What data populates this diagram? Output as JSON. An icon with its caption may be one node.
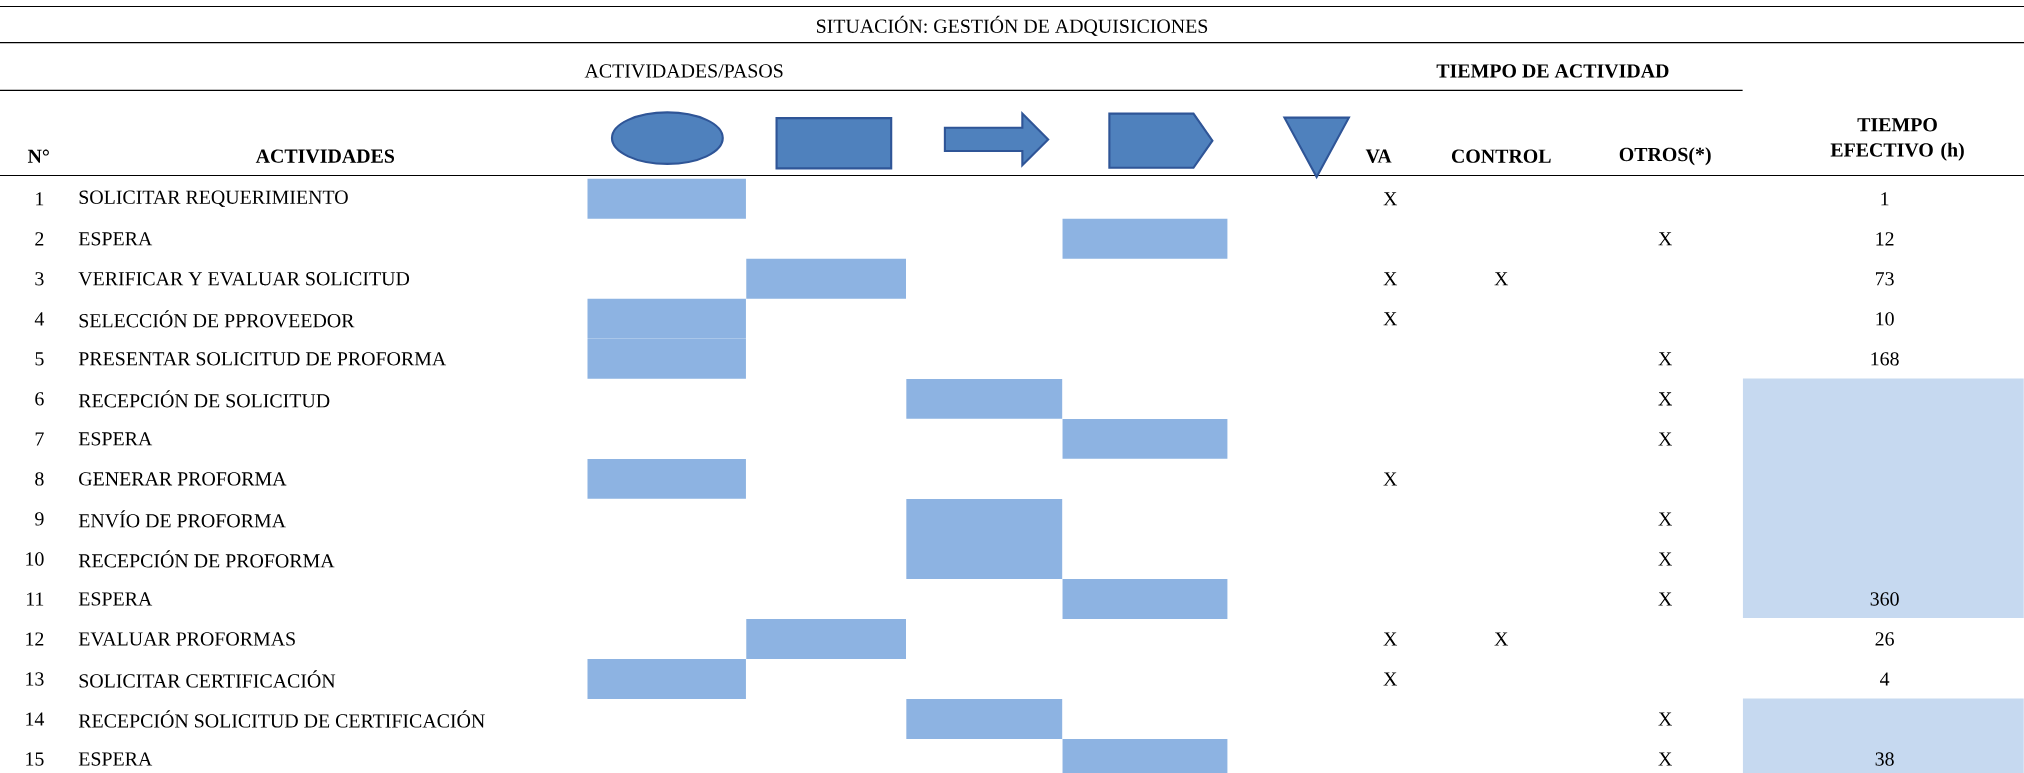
{
  "diagram": {
    "title": "SITUACIÓN: GESTIÓN DE ADQUISICIONES",
    "nodes": [
      {
        "text": [],
        "shape": "ellipse"
      },
      {
        "text": [],
        "shape": "box"
      },
      {
        "text": [],
        "shape": "arrow"
      },
      {
        "text": [],
        "shape": "pentagon"
      },
      {
        "text": [],
        "shape": "triangle"
      },
      {
        "text": [],
        "shape": "bar"
      },
      {
        "text": [],
        "shape": "bar"
      },
      {
        "text": [],
        "shape": "bar"
      },
      {
        "text": [],
        "shape": "bar"
      },
      {
        "text": [],
        "shape": "bar"
      },
      {
        "text": [],
        "shape": "bar"
      },
      {
        "text": [],
        "shape": "bar"
      },
      {
        "text": [],
        "shape": "bar"
      },
      {
        "text": [],
        "shape": "bar"
      },
      {
        "text": [],
        "shape": "bar"
      },
      {
        "text": [],
        "shape": "bar"
      },
      {
        "text": [],
        "shape": "bar"
      },
      {
        "text": [],
        "shape": "bar"
      },
      {
        "text": [],
        "shape": "bar"
      },
      {
        "text": [],
        "shape": "bar"
      },
      {
        "text": [
          "360"
        ]
      },
      {
        "text": [
          "38"
        ]
      }
    ],
    "labels": [
      "ACTIVIDADES/PASOS",
      "TIEMPO DE ACTIVIDAD",
      "N°",
      "ACTIVIDADES",
      "VA",
      "CONTROL",
      "OTROS(*)",
      "TIEMPO EFECTIVO (h)",
      "1",
      "SOLICITAR REQUERIMIENTO",
      "X",
      "1",
      "2",
      "ESPERA",
      "X",
      "12",
      "3",
      "VERIFICAR Y EVALUAR SOLICITUD",
      "X",
      "X",
      "73",
      "4",
      "SELECCIÓN DE PPROVEEDOR",
      "X",
      "10",
      "5",
      "PRESENTAR SOLICITUD DE PROFORMA",
      "X",
      "168",
      "6",
      "RECEPCIÓN DE SOLICITUD",
      "X",
      "7",
      "ESPERA",
      "X",
      "8",
      "GENERAR PROFORMA",
      "X",
      "9",
      "ENVÍO DE PROFORMA",
      "X",
      "10",
      "RECEPCIÓN DE PROFORMA",
      "X",
      "11",
      "ESPERA",
      "X",
      "12",
      "EVALUAR PROFORMAS",
      "X",
      "X",
      "26",
      "13",
      "SOLICITAR CERTIFICACIÓN",
      "X",
      "4",
      "14",
      "RECEPCIÓN SOLICITUD DE CERTIFICACIÓN",
      "X",
      "15",
      "ESPERA",
      "X"
    ]
  }
}
